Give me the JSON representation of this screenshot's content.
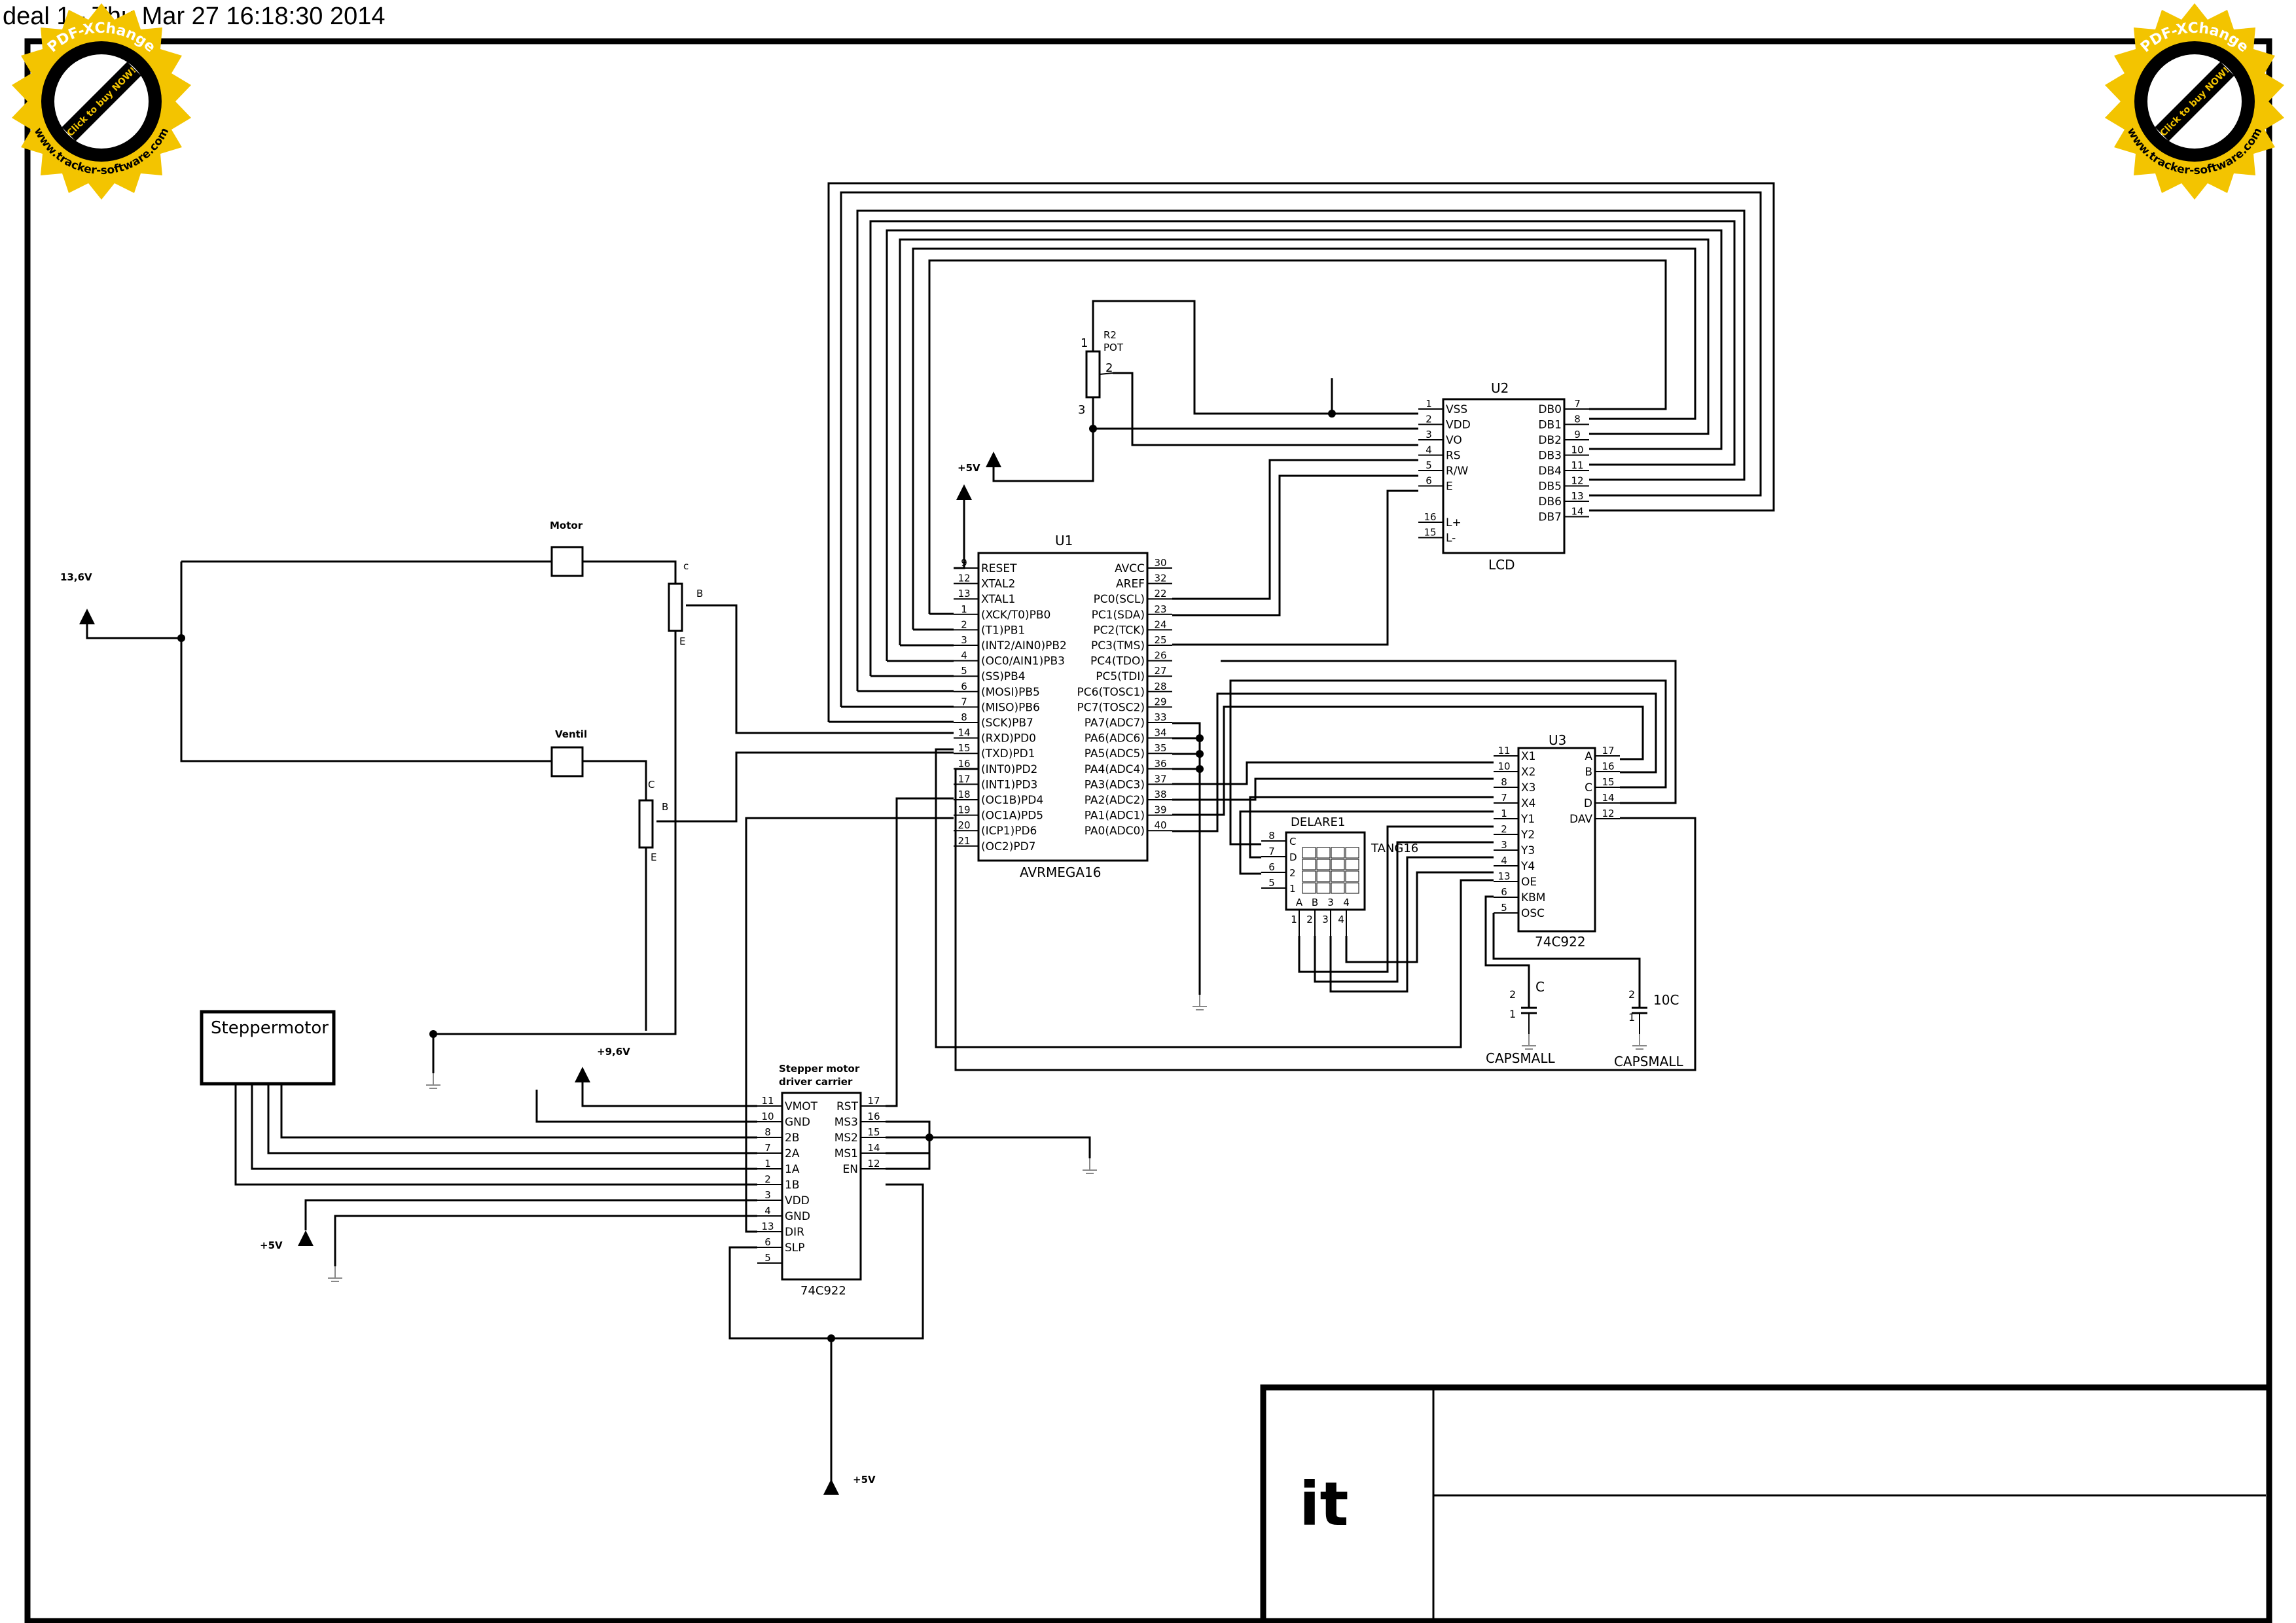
{
  "header": {
    "text": "deal         1 - Thu Mar 27 16:18:30 2014"
  },
  "watermark": {
    "brand": "PDF-XChange",
    "cta": "Click to buy NOW!",
    "url": "www.tracker-software.com",
    "colors": {
      "ring": "#f3c400",
      "text": "#ffffff",
      "center": "#ffffff",
      "ink": "#000000"
    }
  },
  "labels": {
    "motor": "Motor",
    "ventil": "Ventil",
    "v136": "13,6V",
    "v96": "+9,6V",
    "p5v_a": "+5V",
    "p5v_b": "+5V",
    "p5v_c": "+5V",
    "stepper": "Steppermotor",
    "driver_l1": "Stepper motor",
    "driver_l2": "driver carrier",
    "driver_name": "74C922",
    "pot1": {
      "c": "c",
      "b": "B",
      "e": "E"
    },
    "pot2": {
      "c": "C",
      "b": "B",
      "e": "E"
    }
  },
  "r2": {
    "ref": "R2",
    "val": "POT",
    "p1": "1",
    "p2": "2",
    "p3": "3"
  },
  "u2": {
    "ref": "U2",
    "name": "LCD",
    "left": [
      [
        "1",
        "VSS"
      ],
      [
        "2",
        "VDD"
      ],
      [
        "3",
        "VO"
      ],
      [
        "4",
        "RS"
      ],
      [
        "5",
        "R/W"
      ],
      [
        "6",
        "E"
      ],
      [
        "16",
        "L+"
      ],
      [
        "15",
        "L-"
      ]
    ],
    "right": [
      [
        "7",
        "DB0"
      ],
      [
        "8",
        "DB1"
      ],
      [
        "9",
        "DB2"
      ],
      [
        "10",
        "DB3"
      ],
      [
        "11",
        "DB4"
      ],
      [
        "12",
        "DB5"
      ],
      [
        "13",
        "DB6"
      ],
      [
        "14",
        "DB7"
      ]
    ]
  },
  "u1": {
    "ref": "U1",
    "name": "AVRMEGA16",
    "left": [
      [
        "9",
        "RESET"
      ],
      [
        "12",
        "XTAL2"
      ],
      [
        "13",
        "XTAL1"
      ],
      [
        "1",
        "(XCK/T0)PB0"
      ],
      [
        "2",
        "(T1)PB1"
      ],
      [
        "3",
        "(INT2/AIN0)PB2"
      ],
      [
        "4",
        "(OC0/AIN1)PB3"
      ],
      [
        "5",
        "(SS)PB4"
      ],
      [
        "6",
        "(MOSI)PB5"
      ],
      [
        "7",
        "(MISO)PB6"
      ],
      [
        "8",
        "(SCK)PB7"
      ],
      [
        "14",
        "(RXD)PD0"
      ],
      [
        "15",
        "(TXD)PD1"
      ],
      [
        "16",
        "(INT0)PD2"
      ],
      [
        "17",
        "(INT1)PD3"
      ],
      [
        "18",
        "(OC1B)PD4"
      ],
      [
        "19",
        "(OC1A)PD5"
      ],
      [
        "20",
        "(ICP1)PD6"
      ],
      [
        "21",
        "(OC2)PD7"
      ]
    ],
    "right": [
      [
        "30",
        "AVCC"
      ],
      [
        "32",
        "AREF"
      ],
      [
        "22",
        "PC0(SCL)"
      ],
      [
        "23",
        "PC1(SDA)"
      ],
      [
        "24",
        "PC2(TCK)"
      ],
      [
        "25",
        "PC3(TMS)"
      ],
      [
        "26",
        "PC4(TDO)"
      ],
      [
        "27",
        "PC5(TDI)"
      ],
      [
        "28",
        "PC6(TOSC1)"
      ],
      [
        "29",
        "PC7(TOSC2)"
      ],
      [
        "33",
        "PA7(ADC7)"
      ],
      [
        "34",
        "PA6(ADC6)"
      ],
      [
        "35",
        "PA5(ADC5)"
      ],
      [
        "36",
        "PA4(ADC4)"
      ],
      [
        "37",
        "PA3(ADC3)"
      ],
      [
        "38",
        "PA2(ADC2)"
      ],
      [
        "39",
        "PA1(ADC1)"
      ],
      [
        "40",
        "PA0(ADC0)"
      ]
    ]
  },
  "u3": {
    "ref": "U3",
    "name": "74C922",
    "left": [
      [
        "11",
        "X1"
      ],
      [
        "10",
        "X2"
      ],
      [
        "8",
        "X3"
      ],
      [
        "7",
        "X4"
      ],
      [
        "1",
        "Y1"
      ],
      [
        "2",
        "Y2"
      ],
      [
        "3",
        "Y3"
      ],
      [
        "4",
        "Y4"
      ],
      [
        "13",
        "OE"
      ],
      [
        "6",
        "KBM"
      ],
      [
        "5",
        "OSC"
      ]
    ],
    "right": [
      [
        "17",
        "A"
      ],
      [
        "16",
        "B"
      ],
      [
        "15",
        "C"
      ],
      [
        "14",
        "D"
      ],
      [
        "12",
        "DAV"
      ]
    ]
  },
  "keypad": {
    "ref": "DELARE1",
    "name": "TANG16",
    "left": [
      [
        "8",
        "C"
      ],
      [
        "7",
        "D"
      ],
      [
        "6",
        "2"
      ],
      [
        "5",
        "1"
      ]
    ],
    "bottom": [
      [
        "1",
        "A"
      ],
      [
        "2",
        "B"
      ],
      [
        "3",
        "3"
      ],
      [
        "4",
        "4"
      ]
    ]
  },
  "driver": {
    "left": [
      [
        "11",
        "VMOT"
      ],
      [
        "10",
        "GND"
      ],
      [
        "8",
        "2B"
      ],
      [
        "7",
        "2A"
      ],
      [
        "1",
        "1A"
      ],
      [
        "2",
        "1B"
      ],
      [
        "3",
        "VDD"
      ],
      [
        "4",
        "GND"
      ],
      [
        "13",
        "DIR"
      ],
      [
        "6",
        "SLP"
      ],
      [
        "5",
        ""
      ]
    ],
    "right": [
      [
        "17",
        "RST"
      ],
      [
        "16",
        "MS3"
      ],
      [
        "15",
        "MS2"
      ],
      [
        "14",
        "MS1"
      ],
      [
        "12",
        "EN"
      ]
    ]
  },
  "caps": [
    {
      "ref": "C",
      "name": "CAPSMALL",
      "p1": "1",
      "p2": "2"
    },
    {
      "ref": "10C",
      "name": "CAPSMALL",
      "p1": "1",
      "p2": "2"
    }
  ],
  "titleblock": {
    "logo": "it"
  }
}
